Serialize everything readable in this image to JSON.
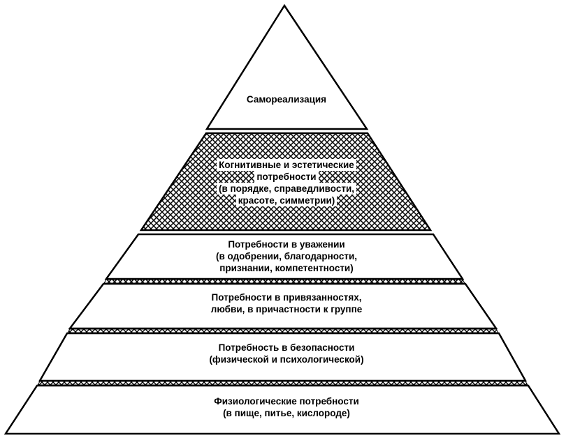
{
  "pyramid": {
    "levels": [
      {
        "id": "self-actualization",
        "lines": [
          "Самореализация"
        ]
      },
      {
        "id": "cognitive-aesthetic",
        "lines": [
          "Когнитивные и эстетические",
          "потребности",
          "(в порядке, справедливости,",
          "красоте, симметрии)"
        ]
      },
      {
        "id": "esteem",
        "lines": [
          "Потребности в уважении",
          "(в одобрении, благодарности,",
          "признании, компетентности)"
        ]
      },
      {
        "id": "belonging",
        "lines": [
          "Потребности в привязанностях,",
          "любви, в причастности к группе"
        ]
      },
      {
        "id": "safety",
        "lines": [
          "Потребность в безопасности",
          "(физической и психологической)"
        ]
      },
      {
        "id": "physiological",
        "lines": [
          "Физиологические потребности",
          "(в пище, питье, кислороде)"
        ]
      }
    ]
  }
}
